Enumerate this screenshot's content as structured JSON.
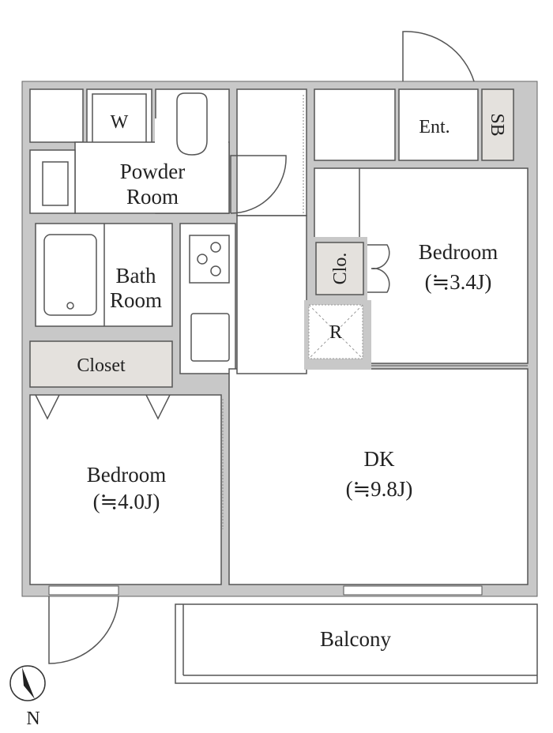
{
  "rooms": {
    "washer": "W",
    "powder_room_line1": "Powder",
    "powder_room_line2": "Room",
    "bath_room_line1": "Bath",
    "bath_room_line2": "Room",
    "closet": "Closet",
    "entrance": "Ent.",
    "shoe_box": "SB",
    "bedroom_right": "Bedroom",
    "bedroom_right_size": "(≒3.4J)",
    "closet_small": "Clo.",
    "refrigerator": "R",
    "bedroom_left": "Bedroom",
    "bedroom_left_size": "(≒4.0J)",
    "dk": "DK",
    "dk_size": "(≒9.8J)",
    "balcony": "Balcony"
  },
  "compass": {
    "north": "N"
  },
  "colors": {
    "wall": "#c8c8c8",
    "storage": "#e4e1dd"
  }
}
